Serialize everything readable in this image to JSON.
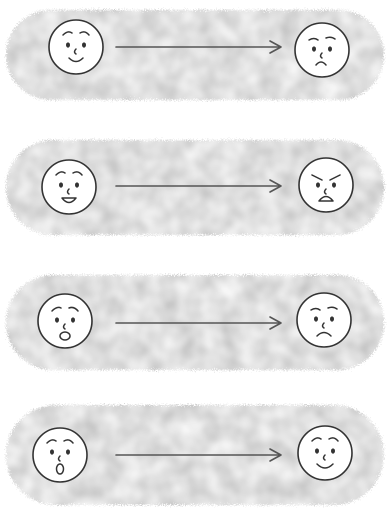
{
  "colors": {
    "band_fill": "#b9b9b9",
    "ink": "#333333",
    "arrow": "#555555",
    "background": "#ffffff"
  },
  "rows": [
    {
      "from_face": "smiling-face",
      "to_face": "frowning-face"
    },
    {
      "from_face": "laughing-face",
      "to_face": "angry-face"
    },
    {
      "from_face": "worried-face",
      "to_face": "sad-face"
    },
    {
      "from_face": "surprised-face",
      "to_face": "happy-face"
    }
  ]
}
